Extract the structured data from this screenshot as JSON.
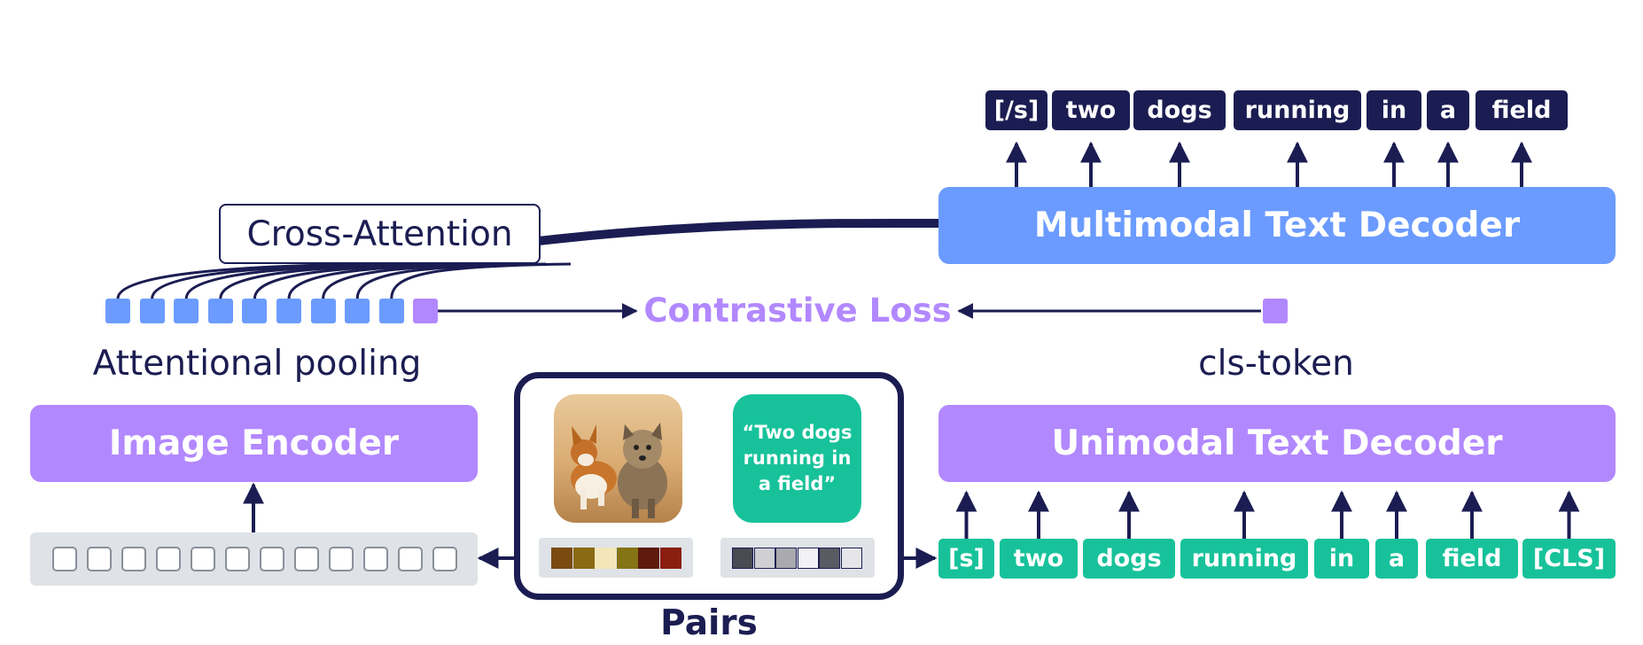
{
  "output_tokens": [
    "[/s]",
    "two",
    "dogs",
    "running",
    "in",
    "a",
    "field"
  ],
  "input_tokens": [
    "[s]",
    "two",
    "dogs",
    "running",
    "in",
    "a",
    "field",
    "[CLS]"
  ],
  "multimodal_decoder_label": "Multimodal Text Decoder",
  "unimodal_decoder_label": "Unimodal Text Decoder",
  "image_encoder_label": "Image Encoder",
  "cross_attention_label": "Cross-Attention",
  "contrastive_loss_label": "Contrastive Loss",
  "attentional_pooling_label": "Attentional pooling",
  "cls_token_label": "cls-token",
  "pairs_label": "Pairs",
  "caption_text": "“Two dogs running in a field”",
  "image_description": "photo-of-two-dogs",
  "colors": {
    "navy": "#1b1d52",
    "blue": "#6b9bff",
    "purple": "#b288ff",
    "green": "#17c29a",
    "grey_panel": "#dfe3e8"
  },
  "image_swatches": [
    "#7a4a10",
    "#8a6a12",
    "#f4e6b8",
    "#857415",
    "#5e1a0c",
    "#8a1f10"
  ],
  "text_swatches": [
    "#4a4a52",
    "#cfcfd4",
    "#a9a9af",
    "#f2f2f5",
    "#5a5a62",
    "#e6e6ea"
  ]
}
